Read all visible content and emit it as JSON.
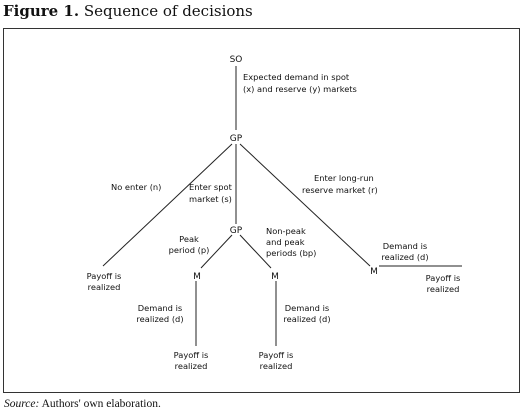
{
  "figure": {
    "title_bold": "Figure 1.",
    "title_rest": " Sequence of decisions"
  },
  "nodes": {
    "so": "SO",
    "gp_top": "GP",
    "gp_mid": "GP",
    "m_left": "M",
    "m_mid": "M",
    "m_right": "M"
  },
  "labels": {
    "expected_1": "Expected demand in spot",
    "expected_2": "(x) and reserve (y) markets",
    "no_enter": "No enter (n)",
    "enter_spot_1": "Enter spot",
    "enter_spot_2": "market (s)",
    "enter_long_1": "Enter long-run",
    "enter_long_2": "reserve market (r)",
    "peak_1": "Peak",
    "peak_2": "period (p)",
    "nonpeak_1": "Non-peak",
    "nonpeak_2": "and peak",
    "nonpeak_3": "periods (bp)",
    "payoff_left_1": "Payoff is",
    "payoff_left_2": "realized",
    "demand_a_1": "Demand is",
    "demand_a_2": "realized (d)",
    "demand_b_1": "Demand is",
    "demand_b_2": "realized (d)",
    "demand_c_1": "Demand is",
    "demand_c_2": "realized (d)",
    "payoff_a_1": "Payoff is",
    "payoff_a_2": "realized",
    "payoff_b_1": "Payoff is",
    "payoff_b_2": "realized",
    "payoff_c_1": "Payoff is",
    "payoff_c_2": "realized"
  },
  "source": {
    "prefix": "Source:",
    "text": " Authors' own elaboration."
  }
}
